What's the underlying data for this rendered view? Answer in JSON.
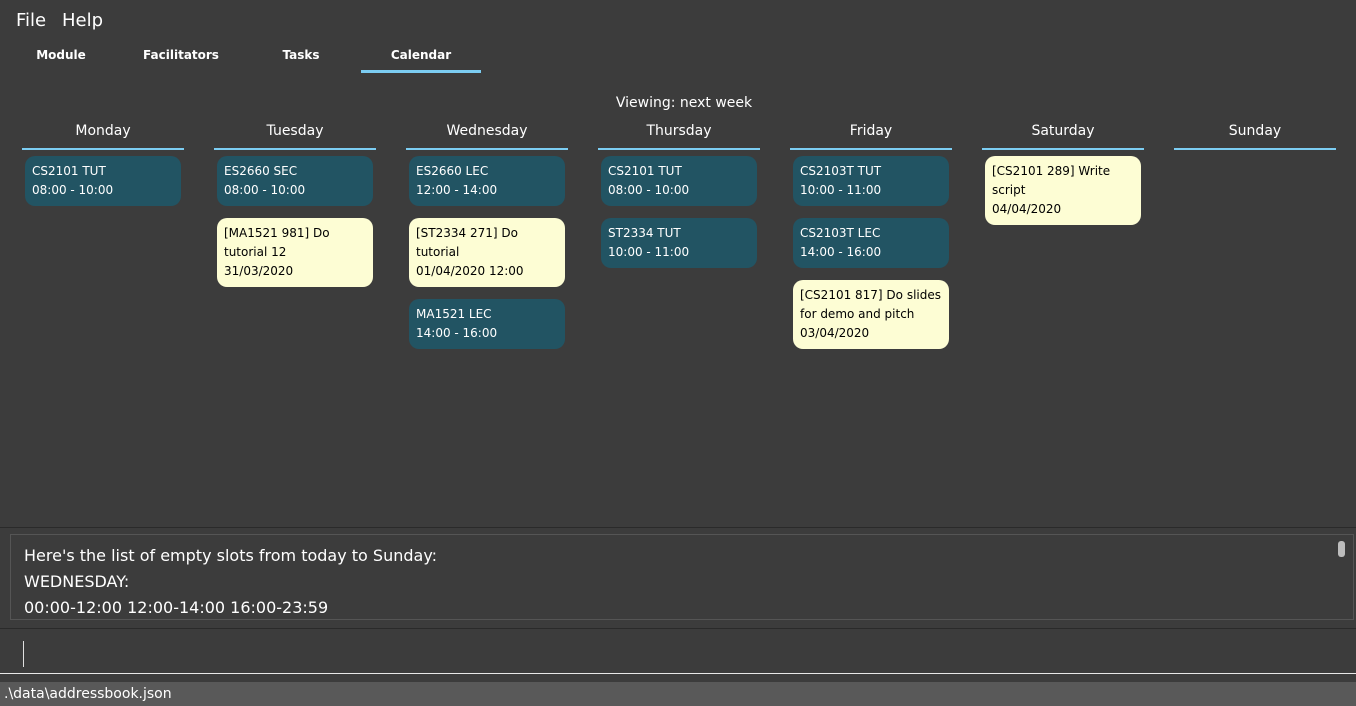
{
  "menu": {
    "file": "File",
    "help": "Help"
  },
  "tabs": [
    "Module",
    "Facilitators",
    "Tasks",
    "Calendar"
  ],
  "viewing": "Viewing: next week",
  "days": [
    {
      "name": "Monday",
      "events": [
        {
          "type": "lesson",
          "lines": [
            "CS2101 TUT",
            "08:00 - 10:00"
          ]
        }
      ]
    },
    {
      "name": "Tuesday",
      "events": [
        {
          "type": "lesson",
          "lines": [
            "ES2660 SEC",
            "08:00 - 10:00"
          ]
        },
        {
          "type": "task",
          "lines": [
            "[MA1521 981] Do",
            "tutorial 12",
            "31/03/2020"
          ]
        }
      ]
    },
    {
      "name": "Wednesday",
      "events": [
        {
          "type": "lesson",
          "lines": [
            "ES2660 LEC",
            "12:00 - 14:00"
          ]
        },
        {
          "type": "task",
          "lines": [
            "[ST2334 271] Do tutorial",
            "01/04/2020 12:00"
          ]
        },
        {
          "type": "lesson",
          "lines": [
            "MA1521 LEC",
            "14:00 - 16:00"
          ]
        }
      ]
    },
    {
      "name": "Thursday",
      "events": [
        {
          "type": "lesson",
          "lines": [
            "CS2101 TUT",
            "08:00 - 10:00"
          ]
        },
        {
          "type": "lesson",
          "lines": [
            "ST2334 TUT",
            "10:00 - 11:00"
          ]
        }
      ]
    },
    {
      "name": "Friday",
      "events": [
        {
          "type": "lesson",
          "lines": [
            "CS2103T TUT",
            "10:00 - 11:00"
          ]
        },
        {
          "type": "lesson",
          "lines": [
            "CS2103T LEC",
            "14:00 - 16:00"
          ]
        },
        {
          "type": "task",
          "lines": [
            "[CS2101 817] Do slides",
            "for demo and pitch",
            "03/04/2020"
          ]
        }
      ]
    },
    {
      "name": "Saturday",
      "events": [
        {
          "type": "task",
          "lines": [
            "[CS2101 289] Write",
            "script",
            "04/04/2020"
          ]
        }
      ]
    },
    {
      "name": "Sunday",
      "events": []
    }
  ],
  "result": {
    "lines": [
      "Here's the list of empty slots from today to Sunday:",
      "WEDNESDAY:",
      "00:00-12:00  12:00-14:00  16:00-23:59"
    ]
  },
  "command": {
    "value": ""
  },
  "status": {
    "path": ".\\data\\addressbook.json"
  },
  "colors": {
    "accent": "#7ccdf2",
    "lesson": "#225463",
    "task": "#fdfdd4",
    "background": "#3c3c3c"
  }
}
